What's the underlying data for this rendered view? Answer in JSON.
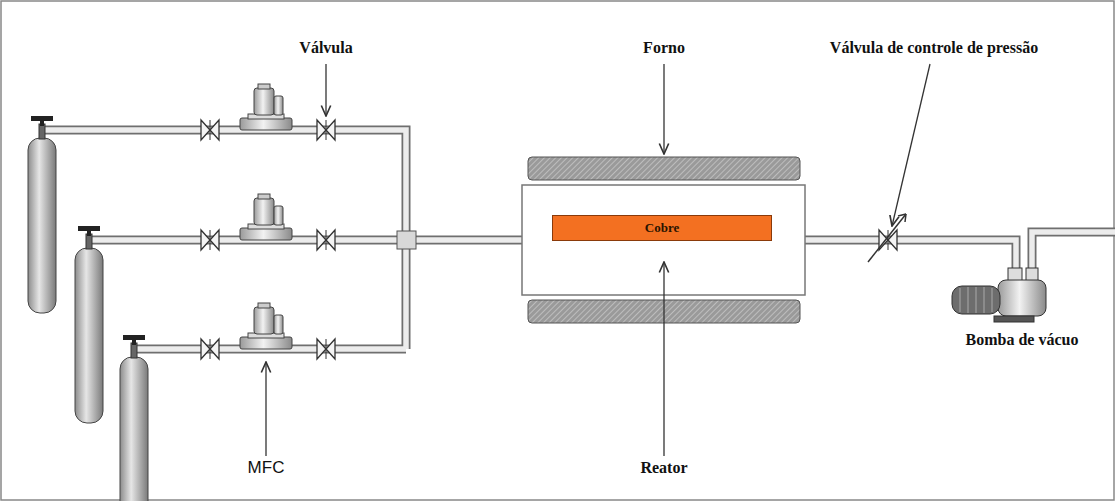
{
  "diagram": {
    "nodes": [
      {
        "text": [
          "Cobre"
        ]
      }
    ],
    "labels": [
      "Válvula",
      "Forno",
      "Válvula de controle de pressão",
      "MFC",
      "Reator",
      "Bomba de vácuo"
    ]
  }
}
